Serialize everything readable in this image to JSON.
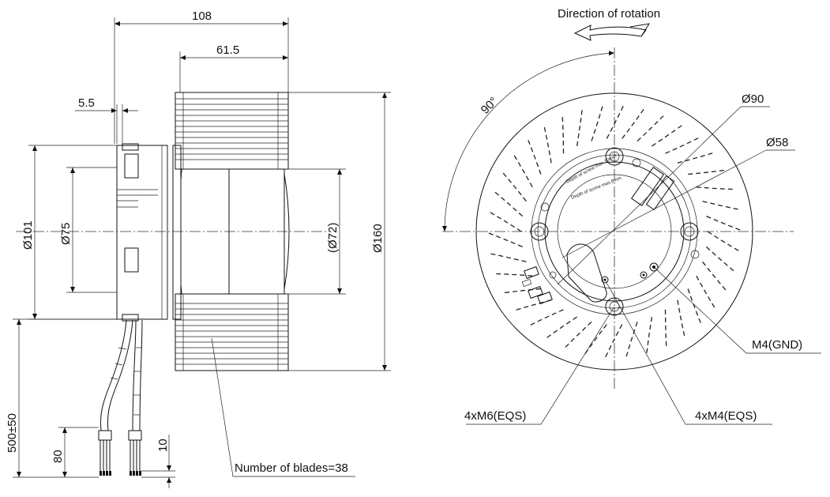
{
  "side_view": {
    "dim_width_total": "108",
    "dim_width_wheel": "61.5",
    "dim_flange": "5.5",
    "dim_dia_101": "Ø101",
    "dim_dia_75": "Ø75",
    "dim_dia_72": "(Ø72)",
    "dim_dia_160": "Ø160",
    "dim_cable_length": "500±50",
    "dim_strip_80": "80",
    "dim_strip_10": "10",
    "blades_note": "Number of blades=38"
  },
  "front_view": {
    "rotation_label": "Direction of rotation",
    "angle_label": "90°",
    "dim_dia_90": "Ø90",
    "dim_dia_58": "Ø58",
    "label_m4_gnd": "M4(GND)",
    "label_m6_eqs": "4xM6(EQS)",
    "label_m4_eqs": "4xM4(EQS)",
    "screw_depth_10": "Depth of screw max.10mm",
    "screw_depth_8": "Depth of screw max.8mm"
  }
}
